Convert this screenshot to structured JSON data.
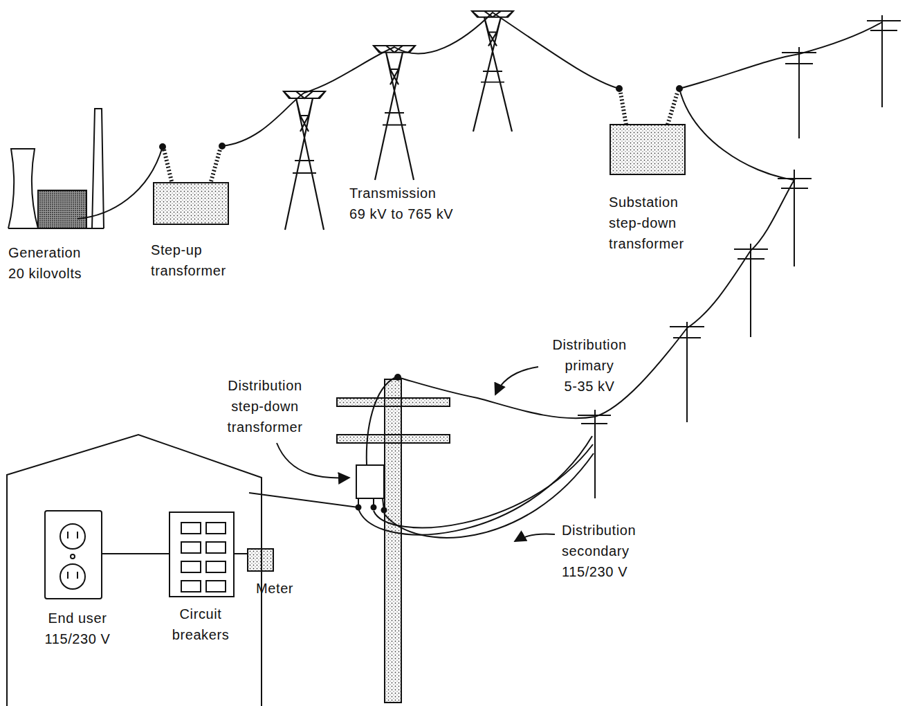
{
  "diagram": {
    "labels": [
      "Generation 20 kilovolts",
      "Step-up transformer",
      "Transmission 69 kV to 765 kV",
      "Substation step-down transformer",
      "Distribution primary 5-35 kV",
      "Distribution step-down transformer",
      "Distribution secondary 115/230 V",
      "Meter",
      "End user 115/230 V",
      "Circuit breakers"
    ]
  }
}
